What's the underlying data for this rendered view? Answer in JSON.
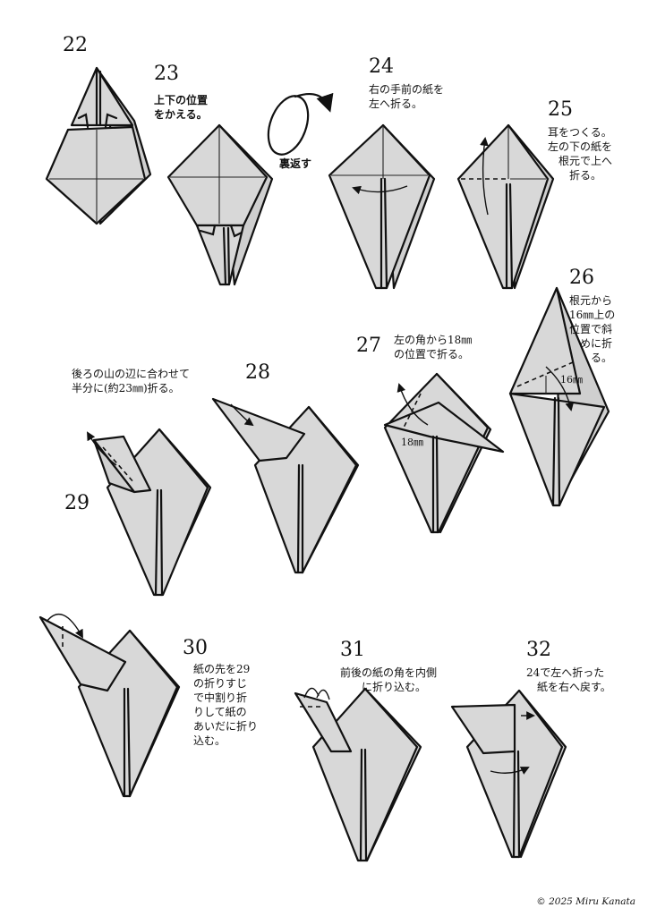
{
  "steps": {
    "s22": {
      "num": "22"
    },
    "s23": {
      "num": "23",
      "text": "上下の位置\nをかえる。"
    },
    "flip": {
      "text": "裏返す"
    },
    "s24": {
      "num": "24",
      "text": "右の手前の紙を\n左へ折る。"
    },
    "s25": {
      "num": "25",
      "text": "耳をつくる。\n左の下の紙を\n　根元で上へ\n　　折る。"
    },
    "s26": {
      "num": "26",
      "text": "根元から\n16㎜上の\n位置で斜\n　めに折\n　　る。",
      "measure": "16㎜"
    },
    "s27": {
      "num": "27",
      "text": "左の角から18㎜\nの位置で折る。",
      "measure": "18㎜"
    },
    "s28": {
      "num": "28"
    },
    "s29": {
      "num": "29",
      "text": "後ろの山の辺に合わせて\n半分に(約23㎜)折る。"
    },
    "s30": {
      "num": "30",
      "text": "紙の先を29\nの折りすじ\nで中割り折\nりして紙の\nあいだに折り\n込む。"
    },
    "s31": {
      "num": "31",
      "text": "前後の紙の角を内側\n　　に折り込む。"
    },
    "s32": {
      "num": "32",
      "text": "24で左へ折った\n　紙を右へ戻す。"
    }
  },
  "footer": {
    "copyright": "© 2025 Miru Kanata"
  }
}
